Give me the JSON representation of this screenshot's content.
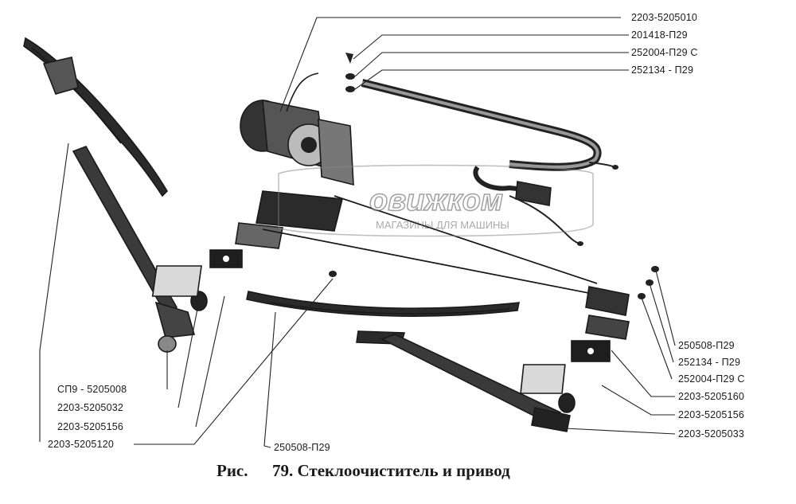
{
  "callouts": {
    "r1": "2203-5205010",
    "r2": "201418-П29",
    "r3": "252004-П29 С",
    "r4": "252134 - П29",
    "r5": "250508-П29",
    "r6": "252134 - П29",
    "r7": "252004-П29 С",
    "r8": "2203-5205160",
    "r9": "2203-5205156",
    "r10": "2203-5205033",
    "l1": "СП9 - 5205008",
    "l2": "2203-5205032",
    "l3": "2203-5205156",
    "l4": "2203-5205120",
    "b1": "250508-П29"
  },
  "watermark": {
    "logo": "овижком",
    "tagline": "МАГАЗИНЫ ДЛЯ МАШИНЫ"
  },
  "caption": {
    "prefix": "Рис.",
    "text": "79. Стеклоочиститель и привод"
  }
}
